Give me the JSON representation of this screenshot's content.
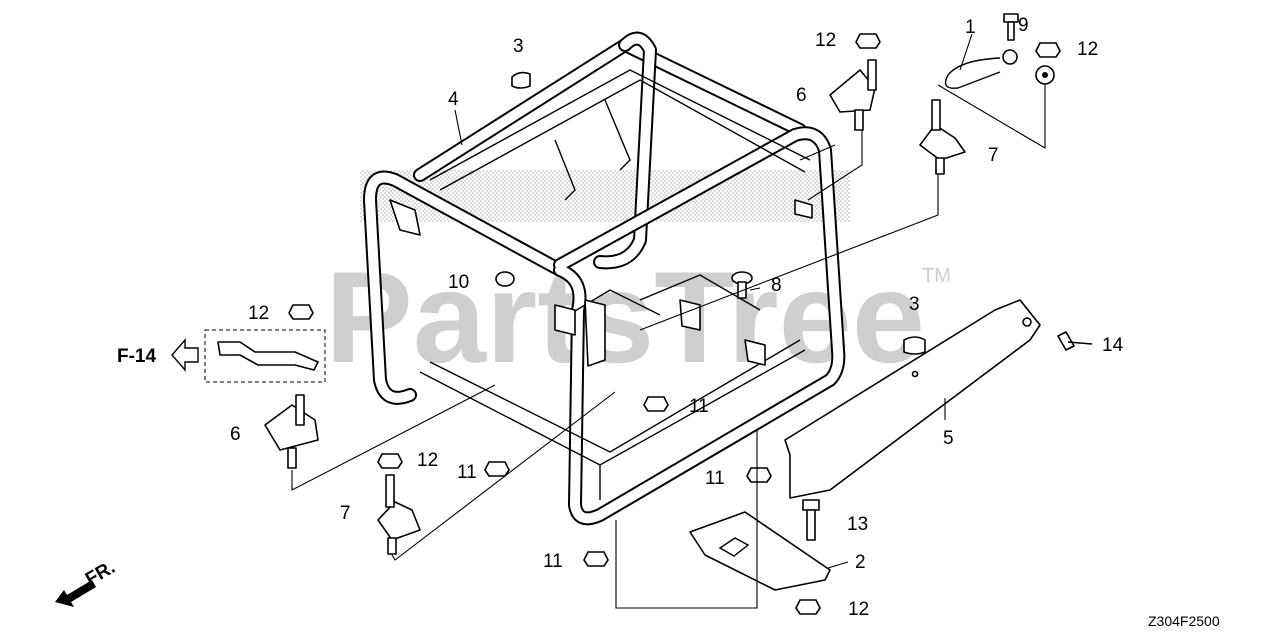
{
  "watermark": {
    "text": "PartsTree",
    "tm": "TM"
  },
  "diagram_code": "Z304F2500",
  "ref_label": "F-14",
  "front_label": "FR.",
  "callouts": [
    {
      "id": "c1",
      "label": "1",
      "name": "callout-1-ground-cable"
    },
    {
      "id": "c2",
      "label": "2",
      "name": "callout-2-bracket"
    },
    {
      "id": "c3a",
      "label": "3",
      "name": "callout-3-cap-top"
    },
    {
      "id": "c3b",
      "label": "3",
      "name": "callout-3-cap-right"
    },
    {
      "id": "c4",
      "label": "4",
      "name": "callout-4-main-frame"
    },
    {
      "id": "c5",
      "label": "5",
      "name": "callout-5-side-rail"
    },
    {
      "id": "c6a",
      "label": "6",
      "name": "callout-6-mount-top"
    },
    {
      "id": "c6b",
      "label": "6",
      "name": "callout-6-mount-left"
    },
    {
      "id": "c7a",
      "label": "7",
      "name": "callout-7-mount-right"
    },
    {
      "id": "c7b",
      "label": "7",
      "name": "callout-7-mount-bottom"
    },
    {
      "id": "c8",
      "label": "8",
      "name": "callout-8-plug"
    },
    {
      "id": "c9",
      "label": "9",
      "name": "callout-9-bolt"
    },
    {
      "id": "c10",
      "label": "10",
      "name": "callout-10-grommet"
    },
    {
      "id": "c11a",
      "label": "11",
      "name": "callout-11-nut-center"
    },
    {
      "id": "c11b",
      "label": "11",
      "name": "callout-11-nut-left"
    },
    {
      "id": "c11c",
      "label": "11",
      "name": "callout-11-nut-right"
    },
    {
      "id": "c11d",
      "label": "11",
      "name": "callout-11-nut-bottom"
    },
    {
      "id": "c12a",
      "label": "12",
      "name": "callout-12-nut-top"
    },
    {
      "id": "c12b",
      "label": "12",
      "name": "callout-12-nut-cable"
    },
    {
      "id": "c12c",
      "label": "12",
      "name": "callout-12-nut-left"
    },
    {
      "id": "c12d",
      "label": "12",
      "name": "callout-12-nut-lower"
    },
    {
      "id": "c12e",
      "label": "12",
      "name": "callout-12-nut-bottom"
    },
    {
      "id": "c13",
      "label": "13",
      "name": "callout-13-bolt"
    },
    {
      "id": "c14",
      "label": "14",
      "name": "callout-14-bolt"
    }
  ]
}
